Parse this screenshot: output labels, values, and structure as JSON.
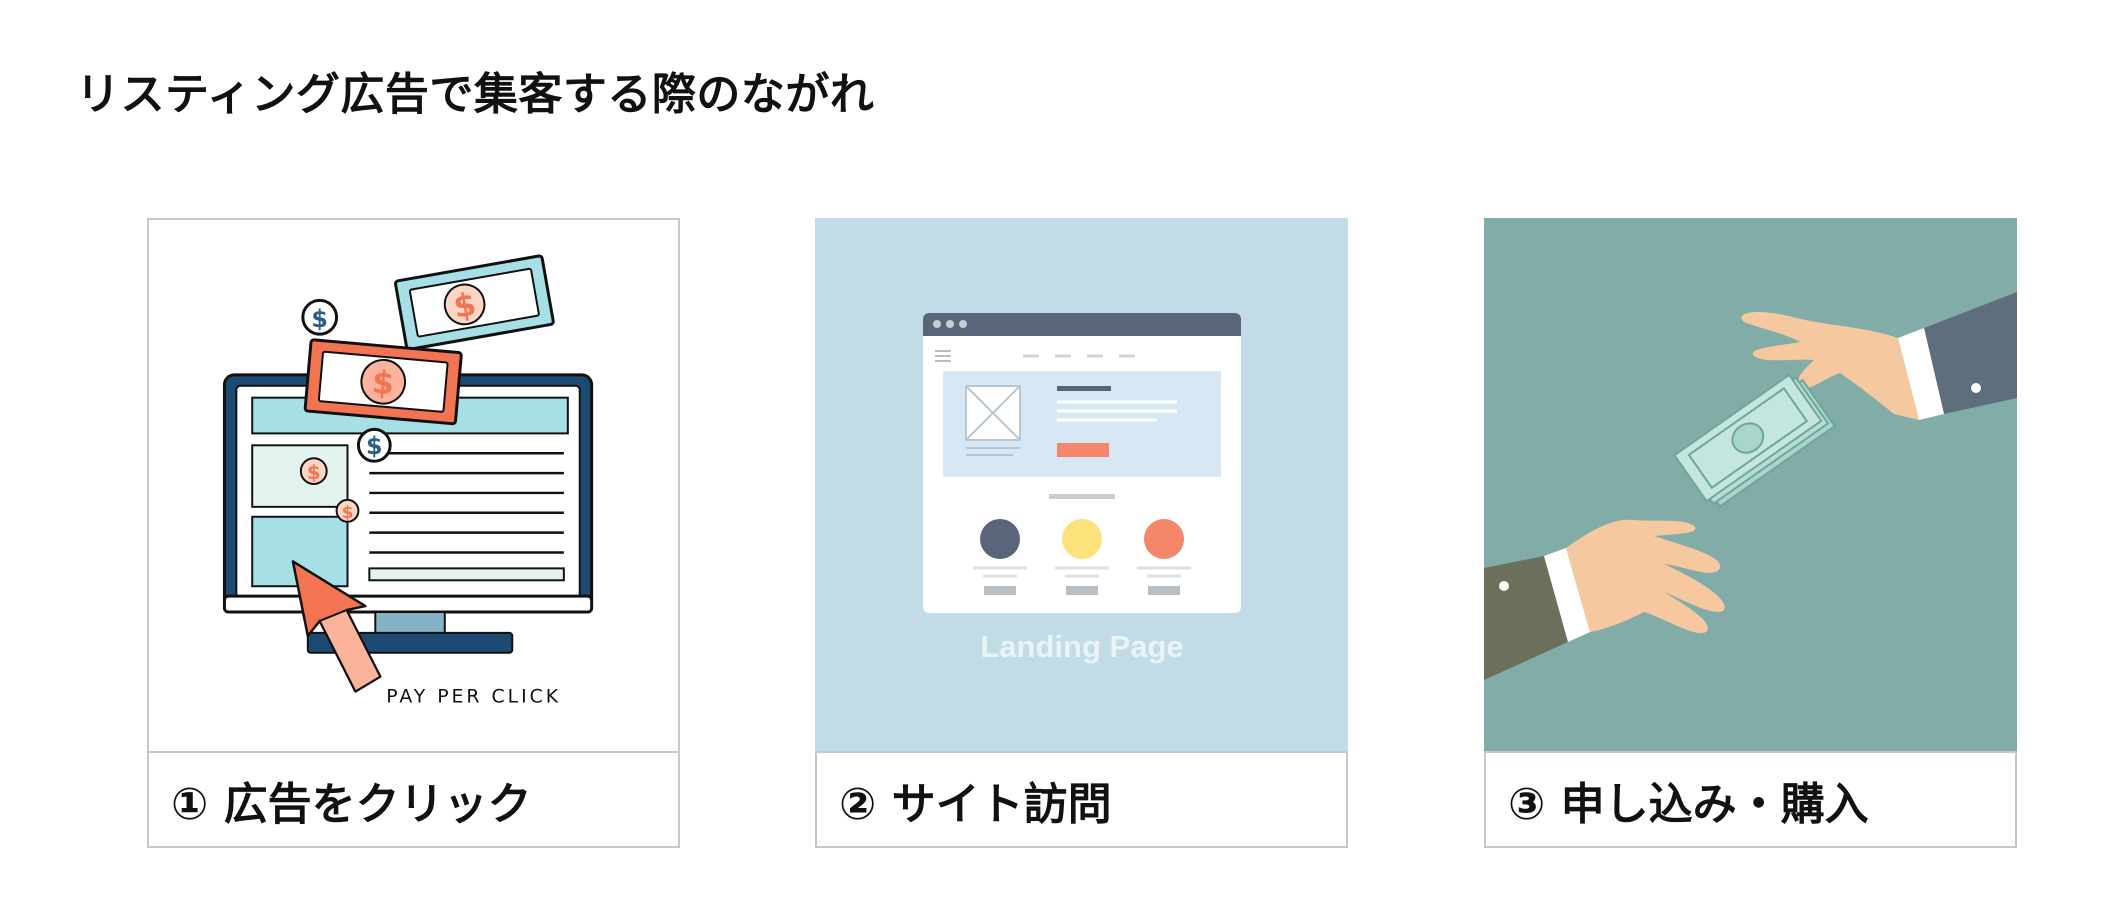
{
  "title": "リスティング広告で集客する際のながれ",
  "steps": [
    {
      "label": "① 広告をクリック",
      "illustration_text": "PAY PER CLICK"
    },
    {
      "label": "② サイト訪問",
      "illustration_text": "Landing Page"
    },
    {
      "label": "③ 申し込み・購入"
    }
  ],
  "colors": {
    "step2_background": "#c2dce7",
    "step3_background": "#82aca7",
    "accent_orange": "#f37452",
    "navy": "#1d4a73"
  }
}
